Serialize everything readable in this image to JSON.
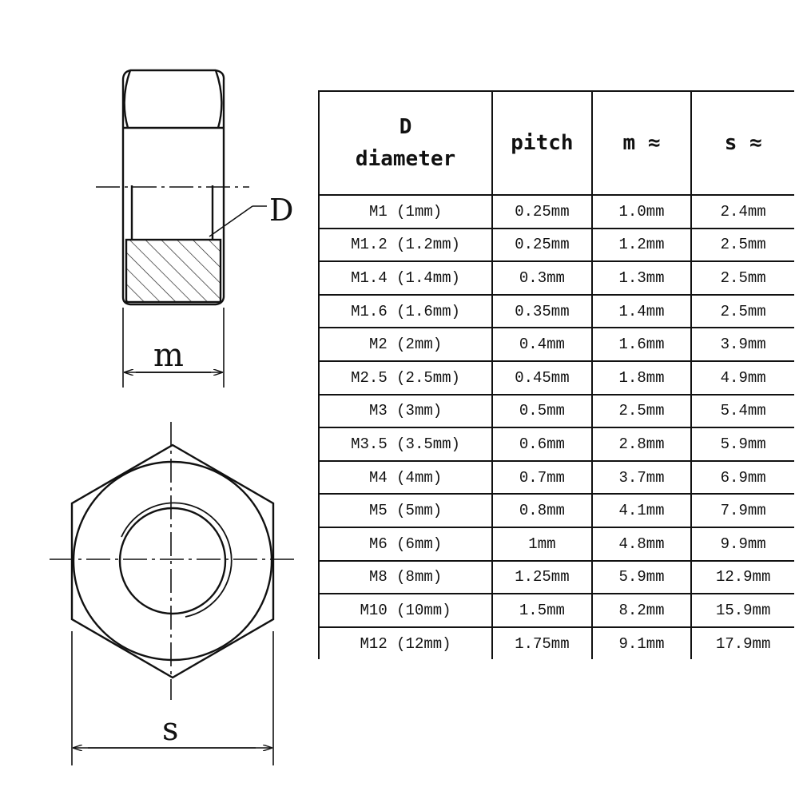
{
  "diagram": {
    "label_d": "D",
    "label_m": "m",
    "label_s": "s"
  },
  "table": {
    "headers": {
      "d_line1": "D",
      "d_line2": "diameter",
      "pitch": "pitch",
      "m": "m ≈",
      "s": "s ≈"
    },
    "rows": [
      {
        "d": "M1 (1mm)",
        "pitch": "0.25mm",
        "m": "1.0mm",
        "s": "2.4mm"
      },
      {
        "d": "M1.2 (1.2mm)",
        "pitch": "0.25mm",
        "m": "1.2mm",
        "s": "2.5mm"
      },
      {
        "d": "M1.4 (1.4mm)",
        "pitch": "0.3mm",
        "m": "1.3mm",
        "s": "2.5mm"
      },
      {
        "d": "M1.6 (1.6mm)",
        "pitch": "0.35mm",
        "m": "1.4mm",
        "s": "2.5mm"
      },
      {
        "d": "M2 (2mm)",
        "pitch": "0.4mm",
        "m": "1.6mm",
        "s": "3.9mm"
      },
      {
        "d": "M2.5 (2.5mm)",
        "pitch": "0.45mm",
        "m": "1.8mm",
        "s": "4.9mm"
      },
      {
        "d": "M3 (3mm)",
        "pitch": "0.5mm",
        "m": "2.5mm",
        "s": "5.4mm"
      },
      {
        "d": "M3.5 (3.5mm)",
        "pitch": "0.6mm",
        "m": "2.8mm",
        "s": "5.9mm"
      },
      {
        "d": "M4 (4mm)",
        "pitch": "0.7mm",
        "m": "3.7mm",
        "s": "6.9mm"
      },
      {
        "d": "M5 (5mm)",
        "pitch": "0.8mm",
        "m": "4.1mm",
        "s": "7.9mm"
      },
      {
        "d": "M6 (6mm)",
        "pitch": "1mm",
        "m": "4.8mm",
        "s": "9.9mm"
      },
      {
        "d": "M8 (8mm)",
        "pitch": "1.25mm",
        "m": "5.9mm",
        "s": "12.9mm"
      },
      {
        "d": "M10 (10mm)",
        "pitch": "1.5mm",
        "m": "8.2mm",
        "s": "15.9mm"
      },
      {
        "d": "M12 (12mm)",
        "pitch": "1.75mm",
        "m": "9.1mm",
        "s": "17.9mm"
      }
    ]
  }
}
